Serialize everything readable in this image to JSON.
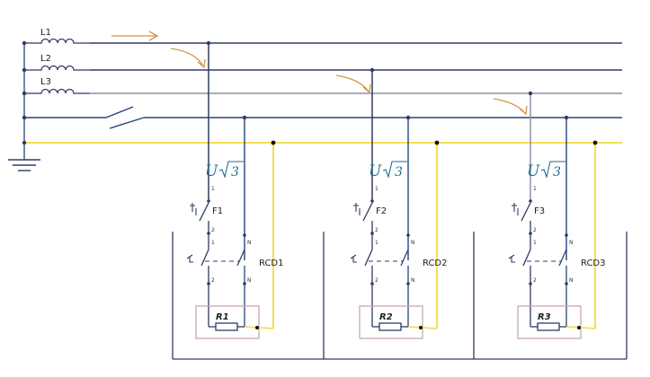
{
  "lines": {
    "l1": "L1",
    "l2": "L2",
    "l3": "L3"
  },
  "circuits": [
    {
      "fuse": "F1",
      "rcd": "RCD1",
      "resistor": "R1",
      "voltage_u": "U",
      "voltage_root": "3"
    },
    {
      "fuse": "F2",
      "rcd": "RCD2",
      "resistor": "R2",
      "voltage_u": "U",
      "voltage_root": "3"
    },
    {
      "fuse": "F3",
      "rcd": "RCD3",
      "resistor": "R3",
      "voltage_u": "U",
      "voltage_root": "3"
    }
  ],
  "terminal_labels": {
    "one": "1",
    "two": "2",
    "n": "N"
  },
  "colors": {
    "phase_line": "#2e3b63",
    "l3_line": "#8f8fa6",
    "neutral_line": "#25447e",
    "pe_line": "#f2df56",
    "arrow": "#d0974a",
    "sqrt_text": "#1e6e8e",
    "box": "#c9a9a9"
  }
}
